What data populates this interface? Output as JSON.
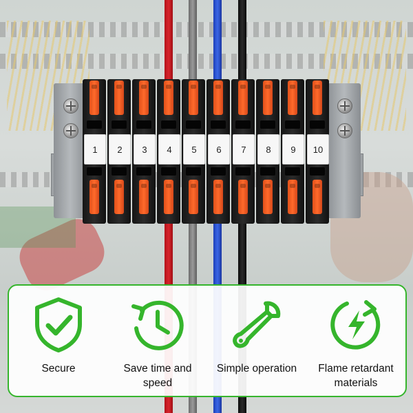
{
  "terminal_block": {
    "positions": [
      "1",
      "2",
      "3",
      "4",
      "5",
      "6",
      "7",
      "8",
      "9",
      "10"
    ]
  },
  "wires": {
    "colors": [
      "#d8242c",
      "#9a9a9a",
      "#3a66e6",
      "#1a1a1a"
    ]
  },
  "features": [
    {
      "label": "Secure",
      "icon": "shield-check-icon"
    },
    {
      "label": "Save time and speed",
      "icon": "clock-history-icon"
    },
    {
      "label": "Simple operation",
      "icon": "wrench-icon"
    },
    {
      "label": "Flame retardant materials",
      "icon": "lightning-circle-icon"
    }
  ],
  "colors": {
    "accent_green": "#35b52c",
    "lever_orange": "#ff6a2b"
  }
}
